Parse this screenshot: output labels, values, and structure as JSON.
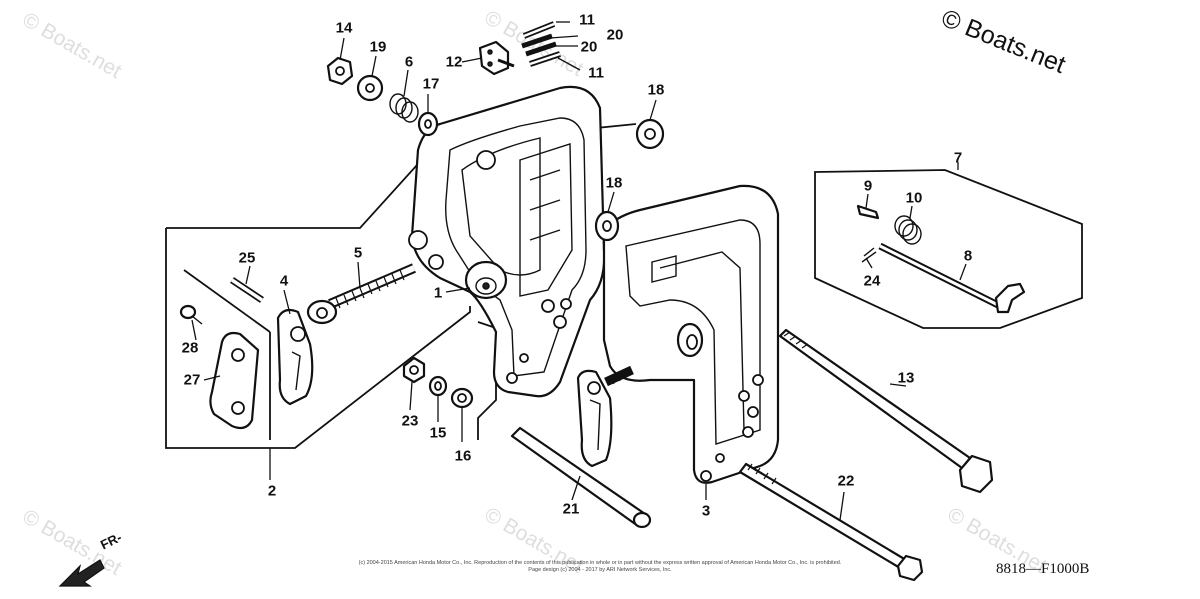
{
  "brand": "© Boats.net",
  "watermark_text": "© Boats.net",
  "diagram_code": "8818—F1000B",
  "front_indicator": "FR-",
  "copyright_line1": "(c) 2004-2015 American Honda Motor Co., Inc. Reproduction of the contents of this publication in whole or in part without the express written approval of American Honda Motor Co., Inc. is prohibited.",
  "copyright_line2": "Page design (c) 2004 - 2017 by ARI Network Services, Inc.",
  "callouts": {
    "c1": "1",
    "c2": "2",
    "c3": "3",
    "c4": "4",
    "c5": "5",
    "c6": "6",
    "c7": "7",
    "c8": "8",
    "c9": "9",
    "c10": "10",
    "c11a": "11",
    "c11b": "11",
    "c12": "12",
    "c13": "13",
    "c14": "14",
    "c15": "15",
    "c16": "16",
    "c17": "17",
    "c18a": "18",
    "c18b": "18",
    "c19": "19",
    "c20a": "20",
    "c20b": "20",
    "c21": "21",
    "c22": "22",
    "c23": "23",
    "c24": "24",
    "c25": "25",
    "c27": "27",
    "c28": "28"
  }
}
